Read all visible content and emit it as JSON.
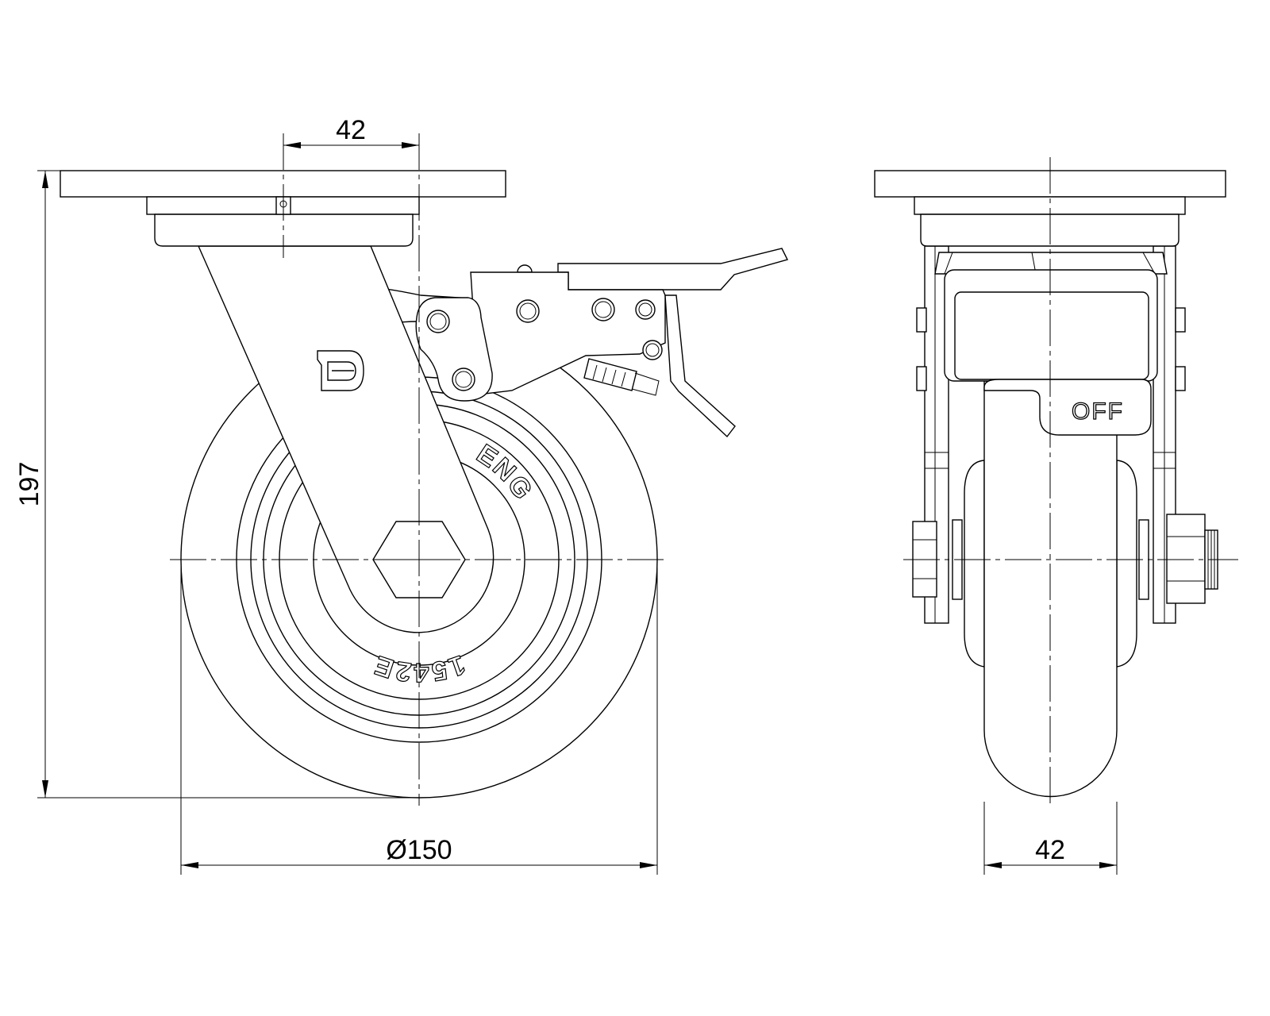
{
  "dimensions": {
    "offset_top": "42",
    "overall_height": "197",
    "wheel_diameter": "Ø150",
    "wheel_width": "42"
  },
  "markings": {
    "brake_tab": "OFF",
    "wheel_upper": "ENG",
    "wheel_lower": "1542E"
  },
  "colors": {
    "line": "#000000",
    "background": "#ffffff"
  }
}
